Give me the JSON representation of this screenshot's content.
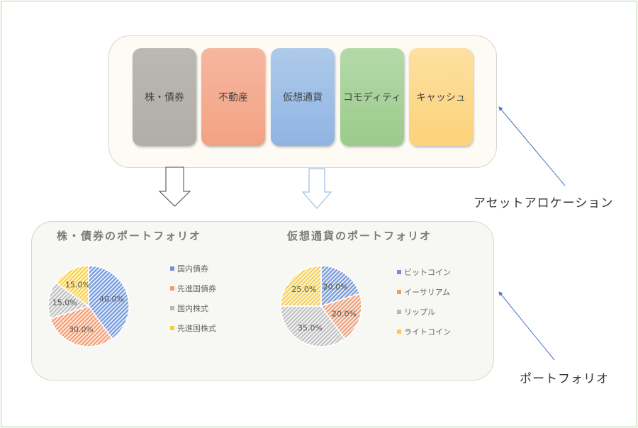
{
  "asset_allocation": {
    "label": "アセットアロケーション",
    "tiles": [
      {
        "label": "株・債券",
        "color": "#b6b3ad"
      },
      {
        "label": "不動産",
        "color": "#f4aa8d"
      },
      {
        "label": "仮想通貨",
        "color": "#9fbfe6"
      },
      {
        "label": "コモディティ",
        "color": "#a8d29a"
      },
      {
        "label": "キャッシュ",
        "color": "#fdd88a"
      }
    ]
  },
  "portfolio": {
    "label": "ポートフォリオ"
  },
  "chart_data": [
    {
      "type": "pie",
      "title": "株・債券のポートフォリオ",
      "categories": [
        "国内債券",
        "先進国債券",
        "国内株式",
        "先進国株式"
      ],
      "values": [
        40.0,
        30.0,
        15.0,
        15.0
      ],
      "labels": [
        "40.0%",
        "30.0%",
        "15.0%",
        "15.0%"
      ],
      "colors": [
        "#7d9fdc",
        "#f0a27c",
        "#c4c4c4",
        "#f7d25a"
      ],
      "legend": "right"
    },
    {
      "type": "pie",
      "title": "仮想通貨のポートフォリオ",
      "categories": [
        "ビットコイン",
        "イーサリアム",
        "リップル",
        "ライトコイン"
      ],
      "values": [
        20.0,
        20.0,
        35.0,
        25.0
      ],
      "labels": [
        "20.0%",
        "20.0%",
        "35.0%",
        "25.0%"
      ],
      "colors": [
        "#7d9fdc",
        "#f0a27c",
        "#c4c4c4",
        "#f7d25a"
      ],
      "legend": "right"
    }
  ]
}
